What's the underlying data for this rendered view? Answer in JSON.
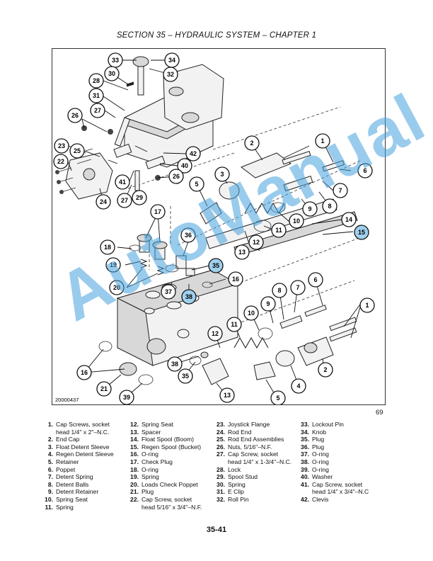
{
  "header": {
    "title": "SECTION 35 – HYDRAULIC SYSTEM – CHAPTER 1"
  },
  "figure": {
    "code": "20000437",
    "number": "69"
  },
  "watermark": "AutoManual",
  "page_number": "35-41",
  "callouts": {
    "c1a": "1",
    "c1b": "1",
    "c2a": "2",
    "c2b": "2",
    "c3a": "3",
    "c4": "4",
    "c5a": "5",
    "c5b": "5",
    "c6a": "6",
    "c6b": "6",
    "c7a": "7",
    "c7b": "7",
    "c8a": "8",
    "c8b": "8",
    "c9a": "9",
    "c9b": "9",
    "c10a": "10",
    "c10b": "10",
    "c11a": "11",
    "c11b": "11",
    "c12a": "12",
    "c12b": "12",
    "c13a": "13",
    "c13b": "13",
    "c14": "14",
    "c15": "15",
    "c16a": "16",
    "c16b": "16",
    "c17": "17",
    "c18": "18",
    "c19": "19",
    "c20": "20",
    "c21": "21",
    "c22": "22",
    "c23": "23",
    "c24": "24",
    "c25": "25",
    "c26a": "26",
    "c26b": "26",
    "c27a": "27",
    "c27b": "27",
    "c28": "28",
    "c29": "29",
    "c30": "30",
    "c31": "31",
    "c32": "32",
    "c33": "33",
    "c34": "34",
    "c35a": "35",
    "c35b": "35",
    "c36": "36",
    "c37": "37",
    "c38a": "38",
    "c38b": "38",
    "c39": "39",
    "c40": "40",
    "c41": "41",
    "c42": "42"
  },
  "legend": {
    "col1": [
      {
        "num": "1.",
        "text": "Cap Screws, socket\nhead 1/4\" x 2\"–N.C."
      },
      {
        "num": "2.",
        "text": "End Cap"
      },
      {
        "num": "3.",
        "text": "Float Detent Sleeve"
      },
      {
        "num": "4.",
        "text": "Regen Detent Sleeve"
      },
      {
        "num": "5.",
        "text": "Retainer"
      },
      {
        "num": "6.",
        "text": "Poppet"
      },
      {
        "num": "7.",
        "text": "Detent Spring"
      },
      {
        "num": "8.",
        "text": "Detent Balls"
      },
      {
        "num": "9.",
        "text": "Detent Retainer"
      },
      {
        "num": "10.",
        "text": "Spring Seat"
      },
      {
        "num": "11.",
        "text": "Spring"
      }
    ],
    "col2": [
      {
        "num": "12.",
        "text": "Spring Seat"
      },
      {
        "num": "13.",
        "text": "Spacer"
      },
      {
        "num": "14.",
        "text": "Float Spool (Boom)"
      },
      {
        "num": "15.",
        "text": "Regen Spool (Bucket)"
      },
      {
        "num": "16.",
        "text": "O-ring"
      },
      {
        "num": "17.",
        "text": "Check Plug"
      },
      {
        "num": "18.",
        "text": "O-ring"
      },
      {
        "num": "19.",
        "text": "Spring"
      },
      {
        "num": "20.",
        "text": "Loads Check Poppet"
      },
      {
        "num": "21.",
        "text": "Plug"
      },
      {
        "num": "22.",
        "text": "Cap Screw, socket\nhead 5/16\" x 3/4\"–N.F."
      }
    ],
    "col3": [
      {
        "num": "23.",
        "text": "Joystick Flange"
      },
      {
        "num": "24.",
        "text": "Rod End"
      },
      {
        "num": "25.",
        "text": "Rod End Assemblies"
      },
      {
        "num": "26.",
        "text": "Nuts, 5/16\"–N.F."
      },
      {
        "num": "27.",
        "text": "Cap Screw, socket\nhead 1/4\" x 1-3/4\"–N.C."
      },
      {
        "num": "28.",
        "text": "Lock"
      },
      {
        "num": "29.",
        "text": "Spool Stud"
      },
      {
        "num": "30.",
        "text": "Spring"
      },
      {
        "num": "31.",
        "text": "E Clip"
      },
      {
        "num": "32.",
        "text": "Roll Pin"
      }
    ],
    "col4": [
      {
        "num": "33.",
        "text": "Lockout Pin"
      },
      {
        "num": "34.",
        "text": "Knob"
      },
      {
        "num": "35.",
        "text": "Plug"
      },
      {
        "num": "36.",
        "text": "Plug"
      },
      {
        "num": "37.",
        "text": "O-ring"
      },
      {
        "num": "38.",
        "text": "O-ring"
      },
      {
        "num": "39.",
        "text": "O-ring"
      },
      {
        "num": "40.",
        "text": "Washer"
      },
      {
        "num": "41.",
        "text": "Cap Screw, socket\nhead 1/4\" x 3/4\"–N.C"
      },
      {
        "num": "42.",
        "text": "Clevis"
      }
    ]
  }
}
